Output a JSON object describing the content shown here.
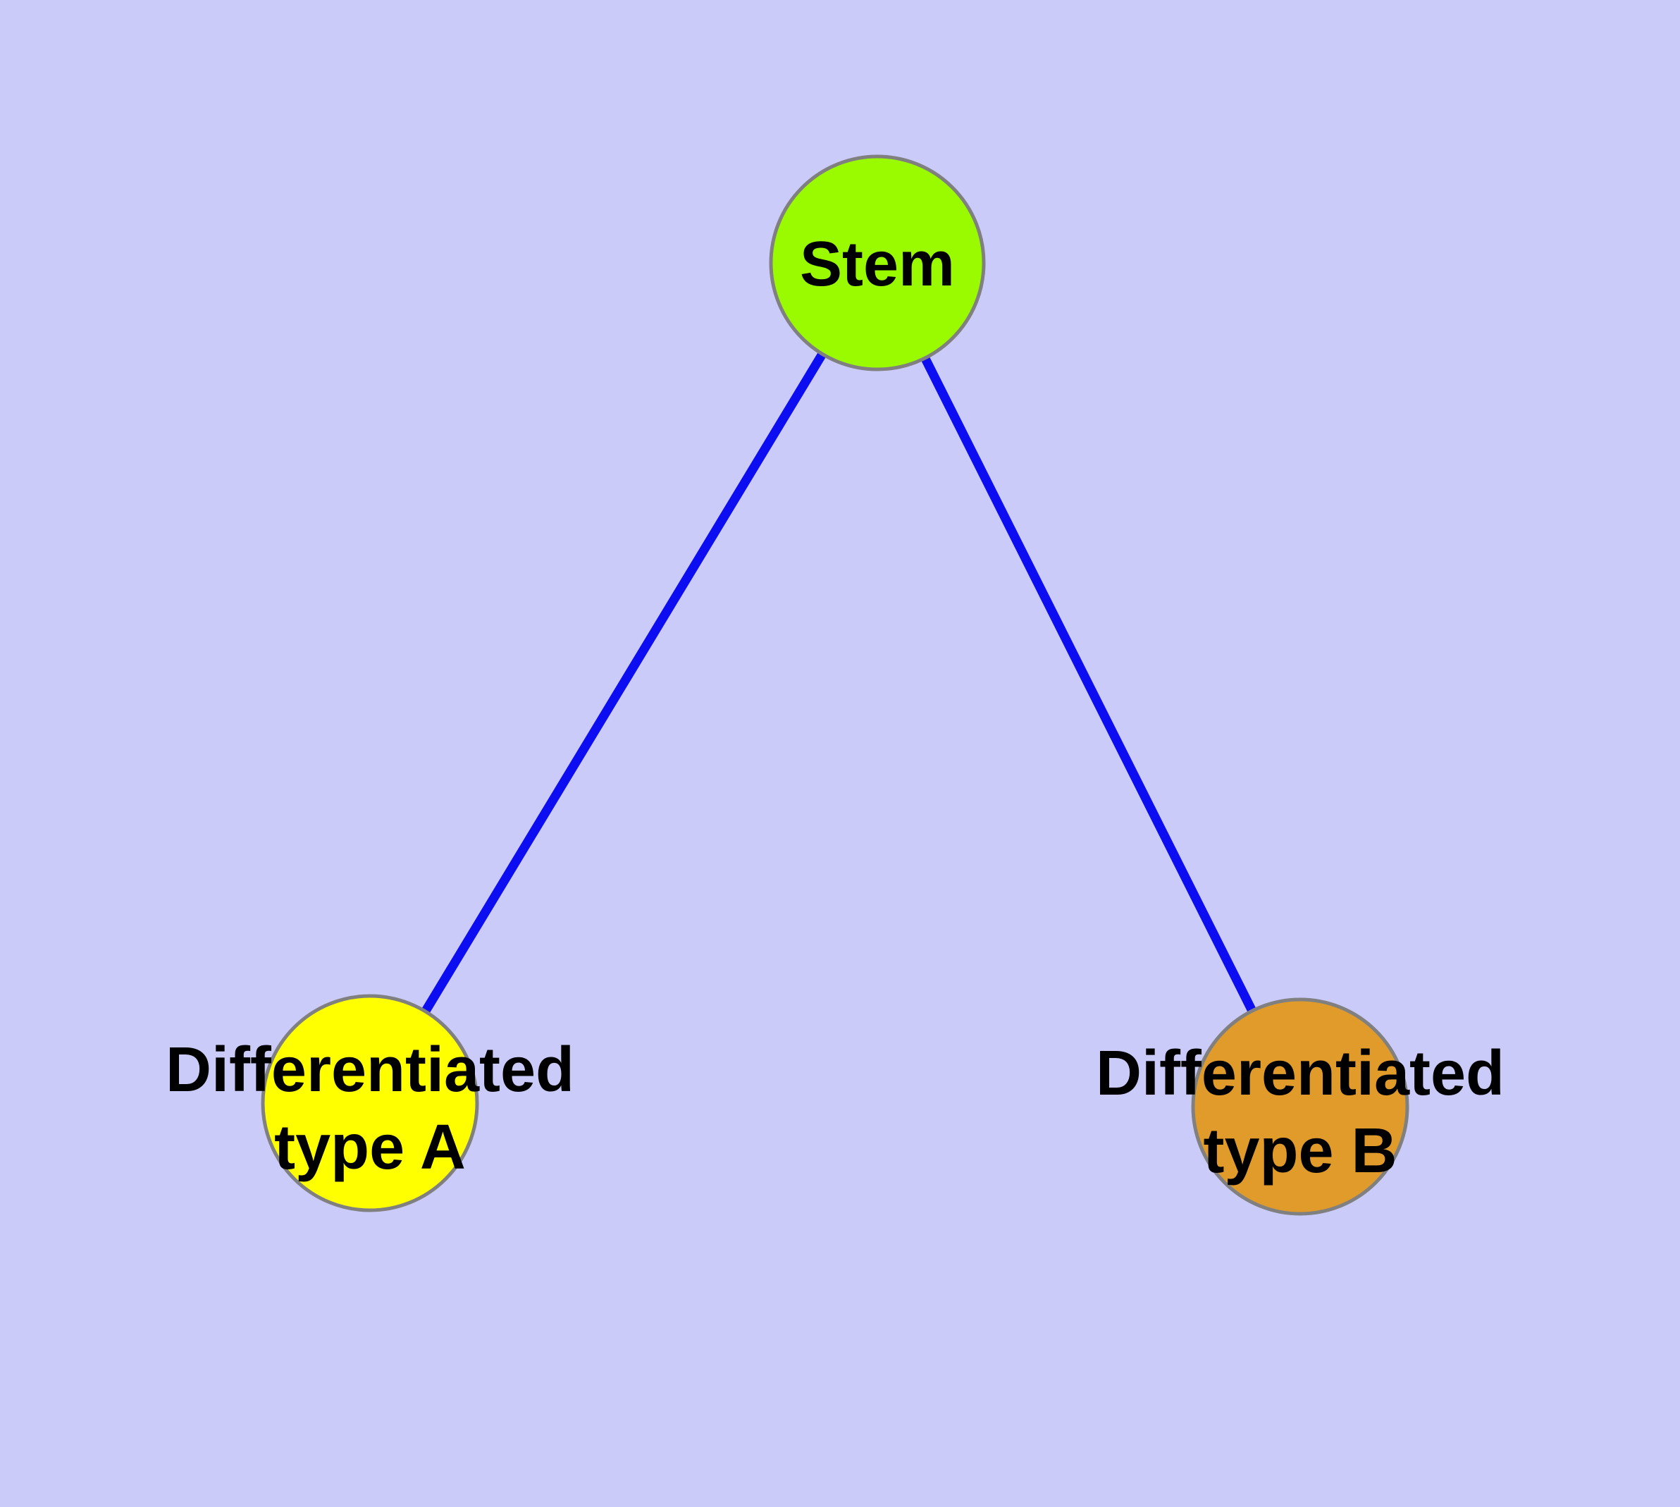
{
  "diagram": {
    "type": "graph",
    "background_color": "#CBCBFA",
    "edge_color": "#0D0DF2",
    "node_stroke_color": "#808080",
    "label_color": "#000000",
    "nodes": [
      {
        "id": "stem",
        "label": "Stem",
        "fill": "#9AFB00"
      },
      {
        "id": "type_a",
        "label": "Differentiated type A",
        "label_line1": "Differentiated",
        "label_line2": "type A",
        "fill": "#FFFF00"
      },
      {
        "id": "type_b",
        "label": "Differentiated type B",
        "label_line1": "Differentiated",
        "label_line2": "type B",
        "fill": "#E09B2A"
      }
    ],
    "edges": [
      {
        "from": "Stem",
        "to": "Differentiated type A"
      },
      {
        "from": "Stem",
        "to": "Differentiated type B"
      }
    ]
  }
}
